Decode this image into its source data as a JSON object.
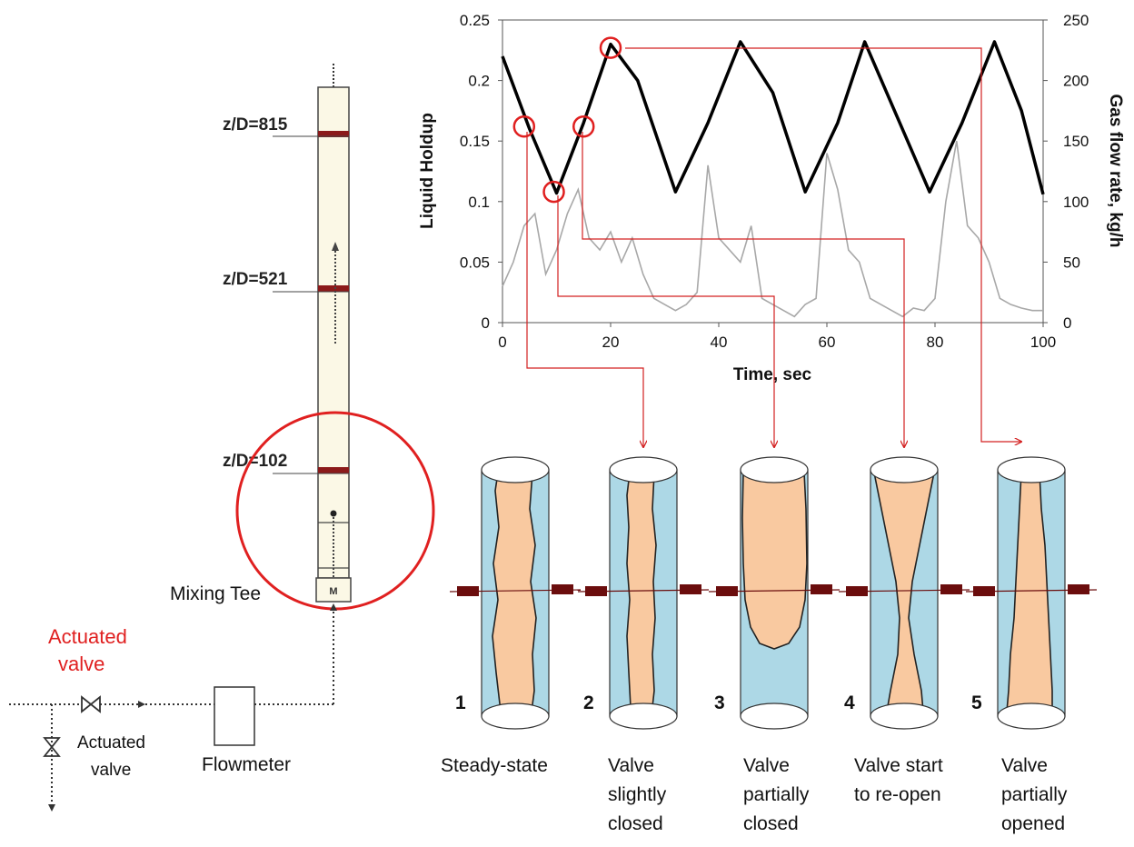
{
  "schematic": {
    "stations": [
      {
        "label": "z/D=815"
      },
      {
        "label": "z/D=521"
      },
      {
        "label": "z/D=102"
      }
    ],
    "mixing_tee": "Mixing Tee",
    "tee_mark": "M",
    "actuated_valve_red": "Actuated valve",
    "actuated_valve_red_line1": "Actuated",
    "actuated_valve_red_line2": "valve",
    "actuated_valve_line1": "Actuated",
    "actuated_valve_line2": "valve",
    "flowmeter": "Flowmeter",
    "colors": {
      "highlight": "#e02020",
      "pipe": "#fbf8e6",
      "ring": "#8b1a1a"
    }
  },
  "chart_data": {
    "type": "line",
    "xlabel": "Time, sec",
    "ylabel": "Liquid Holdup",
    "y2label": "Gas flow rate, kg/h",
    "xlim": [
      0,
      100
    ],
    "ylim": [
      0,
      0.25
    ],
    "y2lim": [
      0,
      250
    ],
    "x_ticks": [
      "0",
      "20",
      "40",
      "60",
      "80",
      "100"
    ],
    "y_ticks": [
      "0",
      "0.05",
      "0.1",
      "0.15",
      "0.2",
      "0.25"
    ],
    "y2_ticks": [
      "0",
      "50",
      "100",
      "150",
      "200",
      "250"
    ],
    "series": [
      {
        "axis": "left",
        "color": "#000000",
        "x": [
          0,
          5,
          10,
          15,
          20,
          25,
          32,
          38,
          44,
          50,
          56,
          62,
          67,
          73,
          79,
          85,
          91,
          96,
          100
        ],
        "y": [
          0.22,
          0.16,
          0.107,
          0.165,
          0.23,
          0.2,
          0.108,
          0.165,
          0.232,
          0.19,
          0.108,
          0.165,
          0.232,
          0.17,
          0.108,
          0.165,
          0.232,
          0.175,
          0.106
        ]
      },
      {
        "axis": "right",
        "color": "#a8a8a8",
        "x": [
          0,
          2,
          4,
          6,
          8,
          10,
          12,
          14,
          16,
          18,
          20,
          22,
          24,
          26,
          28,
          30,
          32,
          34,
          36,
          38,
          40,
          42,
          44,
          46,
          48,
          50,
          52,
          54,
          56,
          58,
          60,
          62,
          64,
          66,
          68,
          70,
          72,
          74,
          76,
          78,
          80,
          82,
          84,
          86,
          88,
          90,
          92,
          94,
          96,
          98,
          100
        ],
        "y": [
          30,
          50,
          80,
          90,
          40,
          60,
          90,
          110,
          70,
          60,
          75,
          50,
          70,
          40,
          20,
          15,
          10,
          15,
          25,
          130,
          70,
          60,
          50,
          80,
          20,
          15,
          10,
          5,
          15,
          20,
          140,
          110,
          60,
          50,
          20,
          15,
          10,
          5,
          12,
          10,
          20,
          100,
          150,
          80,
          70,
          50,
          20,
          15,
          12,
          10,
          10
        ]
      }
    ],
    "markers": [
      {
        "x": 4,
        "y": 0.162
      },
      {
        "x": 9.5,
        "y": 0.108
      },
      {
        "x": 15,
        "y": 0.162
      },
      {
        "x": 20,
        "y": 0.227
      }
    ]
  },
  "panels": [
    {
      "number": "1",
      "caption": [
        "Steady-state"
      ]
    },
    {
      "number": "2",
      "caption": [
        "Valve",
        "slightly",
        "closed"
      ]
    },
    {
      "number": "3",
      "caption": [
        "Valve",
        "partially",
        "closed"
      ]
    },
    {
      "number": "4",
      "caption": [
        "Valve start",
        "to re-open"
      ]
    },
    {
      "number": "5",
      "caption": [
        "Valve",
        "partially",
        "opened"
      ]
    }
  ],
  "panel_colors": {
    "gas": "#add8e6",
    "liquid": "#f9c9a0",
    "probe": "#6b0d0d",
    "link": "#d32020"
  }
}
